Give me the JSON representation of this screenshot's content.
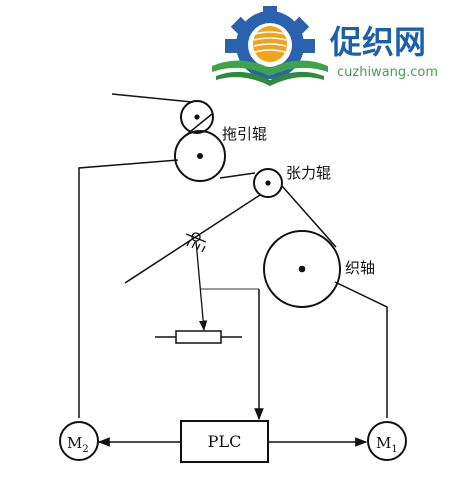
{
  "watermark": {
    "brand": "促织网",
    "domain": "cuzhiwang.com",
    "colors": {
      "brand": "#1c5fae",
      "gear": "#2a62b0",
      "sun": "#f3a21d",
      "green": "#3ea34a"
    }
  },
  "labels": {
    "pull_roller": "拖引辊",
    "tension_roller": "张力辊",
    "fabric_roll": "织轴",
    "controller": "PLC",
    "motor_left": {
      "main": "M",
      "sub": "2"
    },
    "motor_right": {
      "main": "M",
      "sub": "1"
    }
  },
  "colors": {
    "line": "#111111",
    "feedback": "#9a9a9a"
  }
}
